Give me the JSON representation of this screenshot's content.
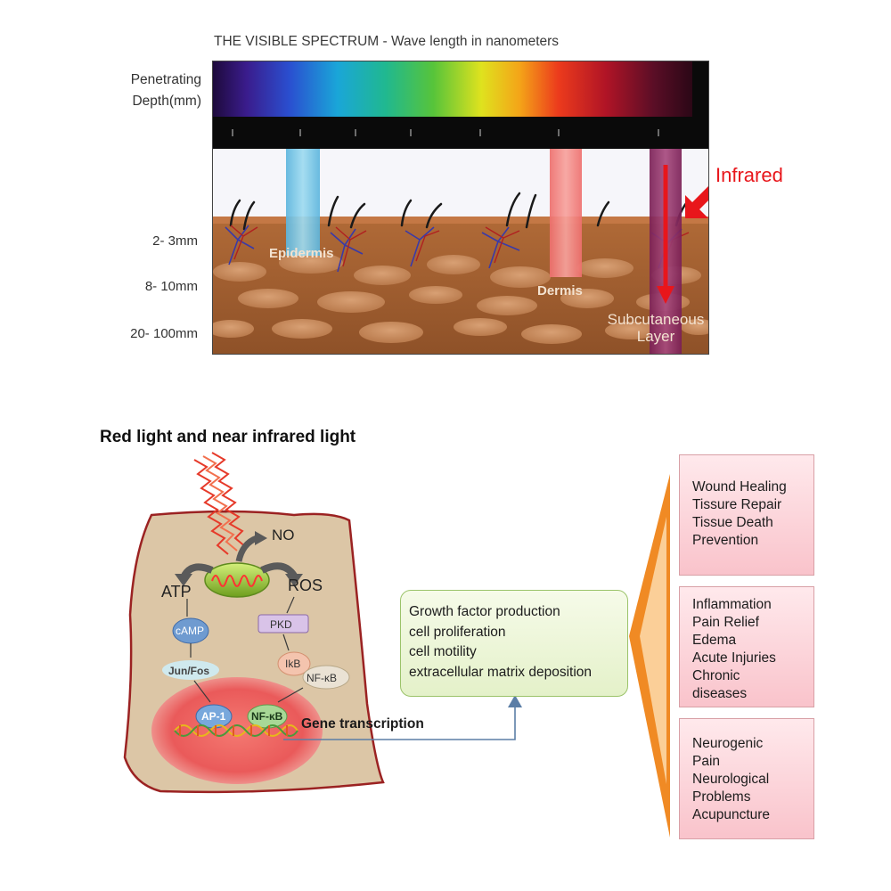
{
  "spectrum": {
    "title": "THE VISIBLE SPECTRUM - Wave length in nanometers",
    "depth_label_line1": "Penetrating",
    "depth_label_line2": "Depth(mm)",
    "depth_marks": [
      "2- 3mm",
      "8- 10mm",
      "20- 100mm"
    ],
    "infrared_label": "Infrared",
    "layer_labels": {
      "epidermis": "Epidermis",
      "dermis": "Dermis",
      "subcutaneous_line1": "Subcutaneous",
      "subcutaneous_line2": "Layer"
    },
    "colors": {
      "infrared_arrow": "#e8161b",
      "blue_beam": "#7ccbe6",
      "red_beam": "#f07a78",
      "infrared_beam": "#8b2c63",
      "dermis": "#a9673a"
    }
  },
  "mechanism": {
    "heading": "Red light and near infrared light",
    "cell_labels": {
      "no": "NO",
      "atp": "ATP",
      "ros": "ROS",
      "camp": "cAMP",
      "pkd": "PKD",
      "junfos": "Jun/Fos",
      "ikb": "IkB",
      "nfkb1": "NF-κB",
      "ap1": "AP-1",
      "nfkb2": "NF-κB"
    },
    "gene_transcription": "Gene transcription",
    "effects": [
      "Growth factor production",
      "cell proliferation",
      "cell motility",
      "extracellular matrix deposition"
    ],
    "benefit_groups": [
      [
        "Wound Healing",
        "Tissure Repair",
        "Tissue Death",
        "Prevention"
      ],
      [
        "Inflammation",
        "Pain Relief",
        "Edema",
        "Acute Injuries",
        "Chronic",
        "diseases"
      ],
      [
        "Neurogenic",
        "Pain",
        "Neurological",
        "Problems",
        "Acupuncture"
      ]
    ],
    "colors": {
      "cell_fill": "#ddc7a8",
      "cell_border": "#9b2222",
      "nucleus": "#ee5a5a",
      "bracket": "#f07f1c",
      "connector": "#5b7ea6"
    }
  }
}
